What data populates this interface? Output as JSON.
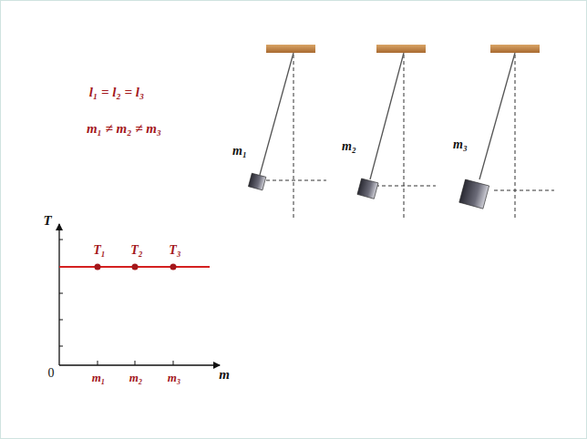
{
  "diagram": {
    "labels": [
      "l₁ = l₂ = l₃",
      "m₁ ≠ m₂ ≠ m₃",
      "m₁",
      "m₂",
      "m₃",
      "T",
      "T₁",
      "T₂",
      "T₃",
      "0",
      "m₁",
      "m₂",
      "m₃",
      "m"
    ]
  }
}
